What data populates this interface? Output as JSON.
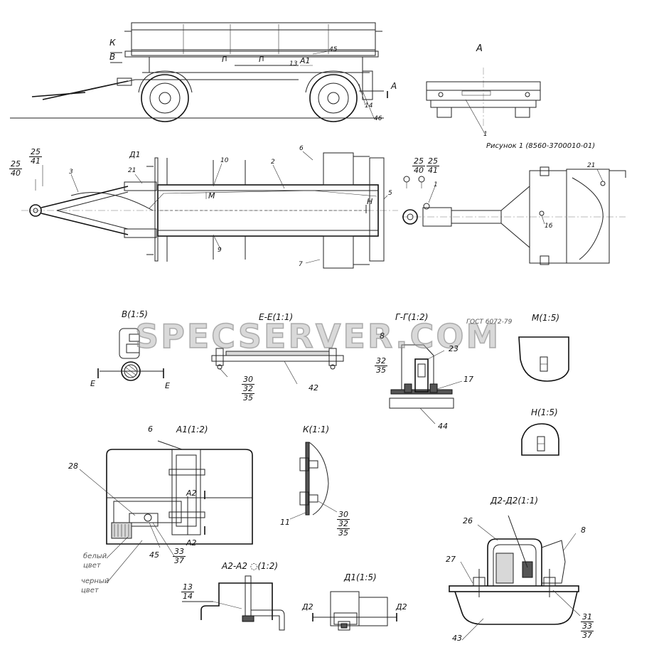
{
  "watermark": "SPECSERVER.COM",
  "caption": "Рисунок 1 (8560-3700010-01)",
  "gost_note": "ГОСТ 6072-79",
  "views": {
    "a_title": "А",
    "b_title": "В(1:5)",
    "ee_title": "Е-Е(1:1)",
    "gg_title": "Г-Г(1:2)",
    "m_title": "М(1:5)",
    "n_title": "Н(1:5)",
    "a1_title": "А1(1:2)",
    "k_title": "К(1:1)",
    "d2d2_title": "Д2-Д2(1:1)",
    "a2a2_title": "А2-А2",
    "a2a2_scale": "(1:2)",
    "d1_title": "Д1(1:5)"
  },
  "markers": {
    "k": "К",
    "v": "В",
    "a_arrow": "А",
    "g1": "Г",
    "g2": "Г",
    "a1": "А1",
    "d1": "Д1",
    "m": "М",
    "n": "Н",
    "e1": "Е",
    "e2": "Е",
    "a2_1": "А2",
    "a2_2": "А2",
    "d2_1": "Д2",
    "d2_2": "Д2"
  },
  "callouts": {
    "c45": "45",
    "c13": "13",
    "c14": "14",
    "c46": "46",
    "c1": "1",
    "c2": "2",
    "c3": "3",
    "c5": "5",
    "c6": "6",
    "c7": "7",
    "c9": "9",
    "c10": "10",
    "c21a": "21",
    "c21b": "21",
    "c16": "16",
    "c8a": "8",
    "c23": "23",
    "c17": "17",
    "c42": "42",
    "c44": "44",
    "c6b": "6",
    "c28": "28",
    "c45b": "45",
    "c11": "11",
    "c26": "26",
    "c8b": "8",
    "c27": "27",
    "c43": "43",
    "c13b": "13",
    "c14b": "14",
    "c1b": "1"
  },
  "fractions": {
    "f25_40a": [
      "25",
      "40"
    ],
    "f25_41a": [
      "25",
      "41"
    ],
    "f25_40b": [
      "25",
      "40"
    ],
    "f25_41b": [
      "25",
      "41"
    ],
    "f32_35": [
      "32",
      "35"
    ],
    "f30_32_35a": [
      "30",
      "32",
      "35"
    ],
    "f33_37": [
      "33",
      "37"
    ],
    "f30_32_35b": [
      "30",
      "32",
      "35"
    ],
    "f31_33_37": [
      "31",
      "33",
      "37"
    ],
    "f13_14": [
      "13",
      "14"
    ]
  },
  "wire_labels": {
    "white": "белый",
    "white2": "цвет",
    "black": "черный",
    "black2": "цвет"
  }
}
